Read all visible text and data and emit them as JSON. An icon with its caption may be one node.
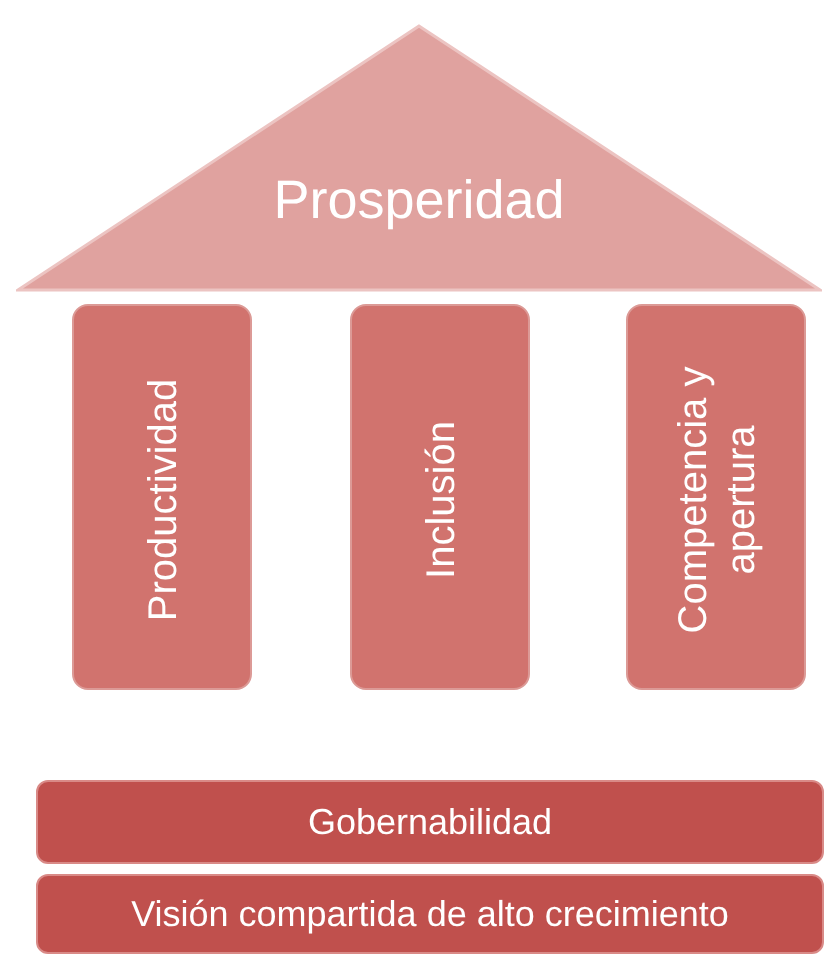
{
  "diagram": {
    "nodes": [
      {
        "text": [
          "Prosperidad"
        ]
      },
      {
        "text": [
          "Productividad"
        ]
      },
      {
        "text": [
          "Inclusión"
        ]
      },
      {
        "text": [
          "Competencia y apertura"
        ]
      },
      {
        "text": [
          "Gobernabilidad"
        ]
      },
      {
        "text": [
          "Visión compartida de alto crecimiento"
        ]
      }
    ]
  }
}
